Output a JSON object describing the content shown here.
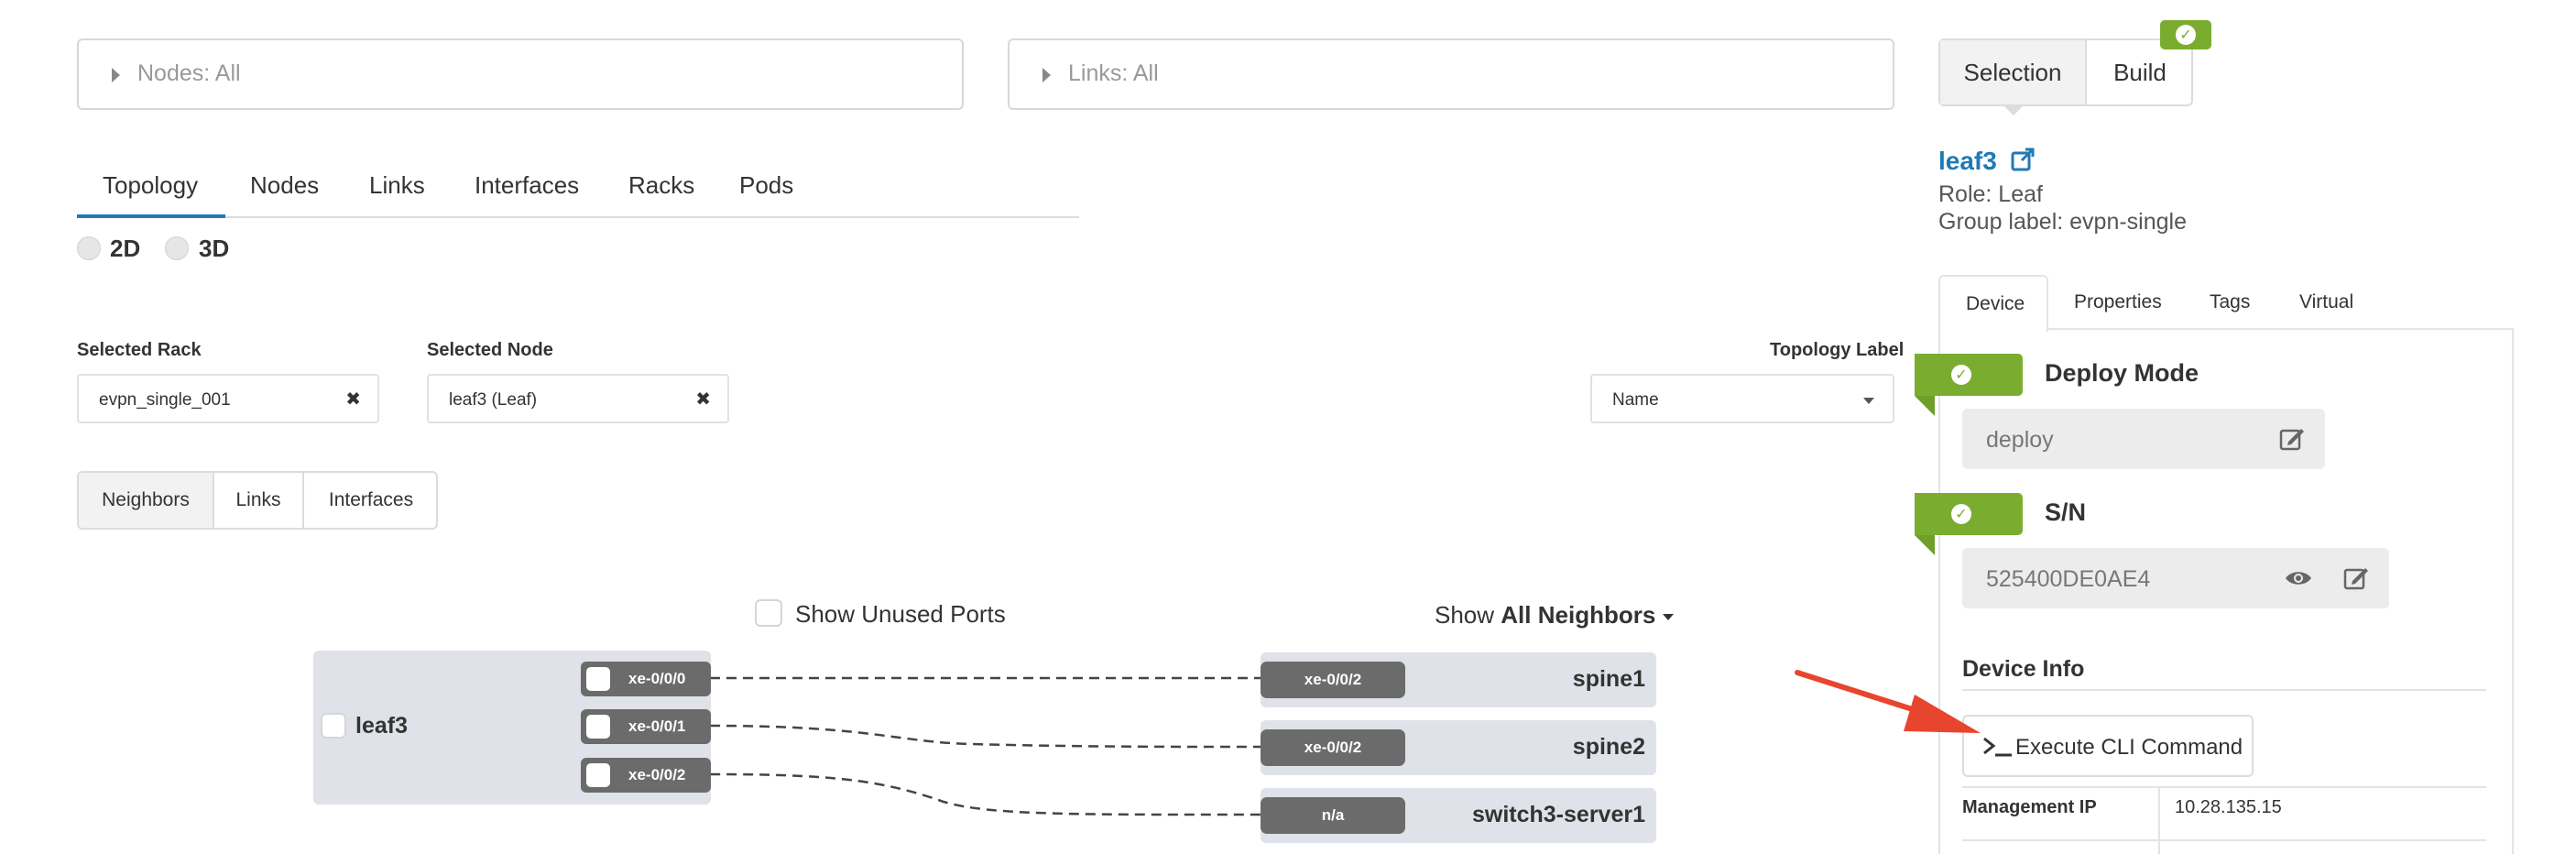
{
  "filters": {
    "nodes": "Nodes: All",
    "links": "Links: All"
  },
  "tabs": [
    "Topology",
    "Nodes",
    "Links",
    "Interfaces",
    "Racks",
    "Pods"
  ],
  "view_modes": [
    "2D",
    "3D"
  ],
  "selected_rack": {
    "label": "Selected Rack",
    "value": "evpn_single_001",
    "clear": "✖"
  },
  "selected_node": {
    "label": "Selected Node",
    "value": "leaf3 (Leaf)",
    "clear": "✖"
  },
  "topology_label": {
    "label": "Topology Label",
    "value": "Name"
  },
  "neighbor_tabs": [
    "Neighbors",
    "Links",
    "Interfaces"
  ],
  "show_unused_ports": "Show Unused Ports",
  "show_neighbors": {
    "prefix": "Show",
    "value": "All Neighbors"
  },
  "topology": {
    "node": "leaf3",
    "ports": [
      "xe-0/0/0",
      "xe-0/0/1",
      "xe-0/0/2"
    ],
    "neighbors": [
      {
        "name": "spine1",
        "port": "xe-0/0/2"
      },
      {
        "name": "spine2",
        "port": "xe-0/0/2"
      },
      {
        "name": "switch3-server1",
        "port": "n/a"
      }
    ]
  },
  "panel": {
    "mode_tabs": [
      "Selection",
      "Build"
    ],
    "title": "leaf3",
    "role": "Role: Leaf",
    "group_label": "Group label: evpn-single",
    "detail_tabs": [
      "Device",
      "Properties",
      "Tags",
      "Virtual"
    ],
    "deploy_mode": {
      "title": "Deploy Mode",
      "value": "deploy"
    },
    "serial": {
      "title": "S/N",
      "value": "525400DE0AE4"
    },
    "device_info": {
      "title": "Device Info",
      "execute_cli": "Execute CLI Command",
      "management_ip_label": "Management IP",
      "management_ip": "10.28.135.15"
    }
  },
  "colors": {
    "accent": "#1f7ab5",
    "success": "#7aad2f",
    "arrow": "#e8452f"
  }
}
